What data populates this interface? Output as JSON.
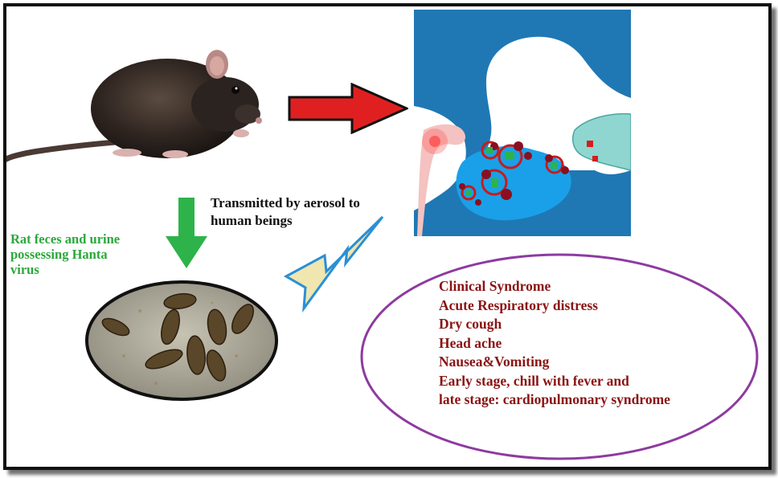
{
  "rat_label": {
    "lines": [
      "Rat feces and urine",
      "possessing Hanta",
      "virus"
    ]
  },
  "transmission_label": {
    "lines": [
      "Transmitted by aerosol to",
      "human beings"
    ]
  },
  "clinical": {
    "lines": [
      "Clinical Syndrome",
      "Acute Respiratory distress",
      "Dry cough",
      "Head ache",
      "Nausea&Vomiting",
      "Early stage, chill with fever and",
      "late stage: cardiopulmonary syndrome"
    ]
  },
  "colors": {
    "frame": "#111111",
    "red_arrow": "#e02020",
    "green_arrow": "#2db34a",
    "lightning_fill": "#efe6b0",
    "lightning_stroke": "#2a8fd6",
    "airway": "#1f78b4",
    "lung_blob": "#1aa0e8",
    "ellipse_stroke": "#8e3aa0",
    "symptom_text": "#8a1414",
    "green_text": "#2aa83a"
  },
  "icons": [
    "rat-illustration",
    "red-arrow-right",
    "green-arrow-down",
    "lightning-bolt",
    "feces-dish",
    "aerosol-airway-illustration",
    "face-mask"
  ]
}
